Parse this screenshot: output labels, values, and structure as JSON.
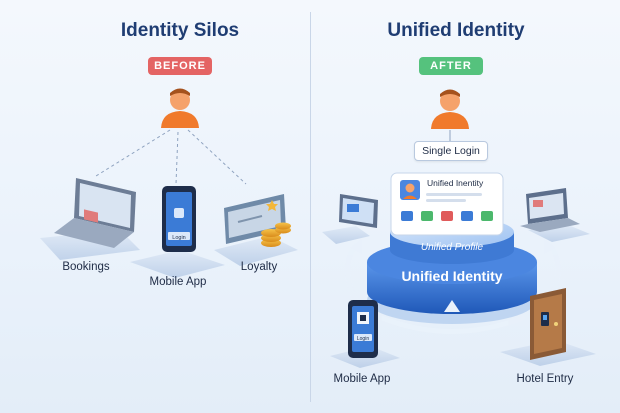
{
  "left": {
    "title": "Identity Silos",
    "badge": "BEFORE",
    "devices": {
      "bookings": "Bookings",
      "mobile_app": "Mobile App",
      "loyalty": "Loyalty"
    },
    "phone_screen": "Login"
  },
  "right": {
    "title": "Unified Identity",
    "badge": "AFTER",
    "single_login": "Single Login",
    "profile_card_title": "Unified Inentity",
    "platform_top": "Unified Profile",
    "platform_main": "Unified Identity",
    "devices": {
      "mobile_app": "Mobile App",
      "hotel_entry": "Hotel Entry"
    },
    "phone_screen": "Login"
  },
  "colors": {
    "title": "#1f3d73",
    "before_badge": "#e46464",
    "after_badge": "#55c27d",
    "person": "#f07a2c",
    "platform": "#2f6fd1"
  }
}
